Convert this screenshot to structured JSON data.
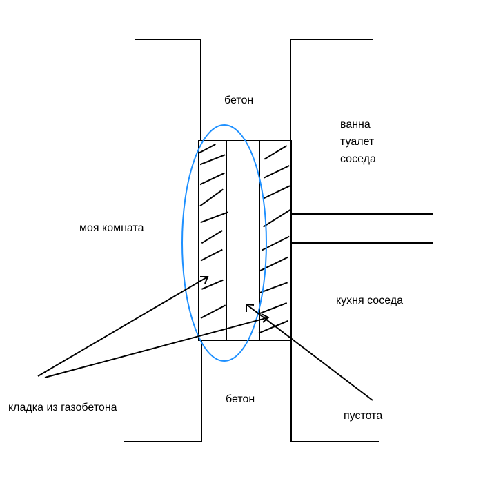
{
  "labels": {
    "concrete_top": "бетон",
    "neighbor_bath": [
      "ванна",
      "туалет",
      "соседа"
    ],
    "my_room": "моя комната",
    "neighbor_kitchen": "кухня соседа",
    "concrete_bottom": "бетон",
    "aerated_masonry": "кладка из газобетона",
    "void": "пустота"
  },
  "colors": {
    "lines": "#000000",
    "highlight_ellipse": "#1e90ff"
  }
}
